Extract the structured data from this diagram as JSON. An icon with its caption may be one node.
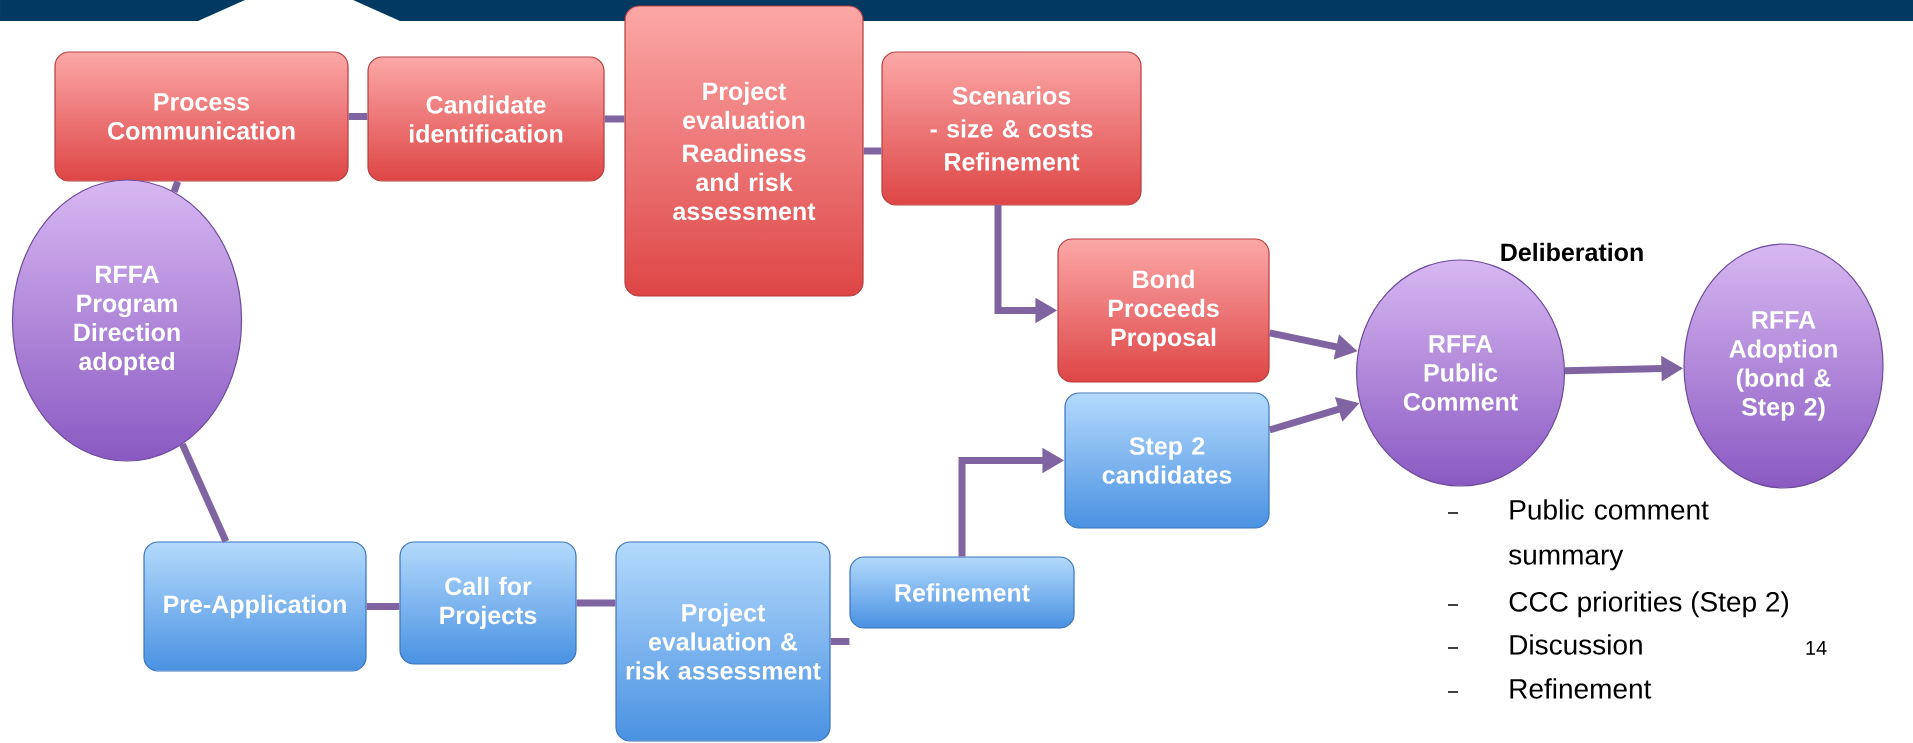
{
  "diagram": {
    "nodes": [
      {
        "text": [
          "Process Communication"
        ]
      },
      {
        "text": [
          "Candidate identification"
        ]
      },
      {
        "text": [
          "Project evaluation",
          "Readiness and risk assessment"
        ]
      },
      {
        "text": [
          "Scenarios",
          "- size & costs",
          "Refinement"
        ]
      },
      {
        "text": [
          "RFFA Program Direction adopted"
        ]
      },
      {
        "text": [
          "Bond Proceeds Proposal"
        ]
      },
      {
        "text": [
          "Step 2 candidates"
        ]
      },
      {
        "text": [
          "RFFA Public Comment"
        ]
      },
      {
        "text": [
          "RFFA Adoption (bond & Step 2)"
        ]
      },
      {
        "text": [
          "Pre-Application"
        ]
      },
      {
        "text": [
          "Call for Projects"
        ]
      },
      {
        "text": [
          "Project evaluation & risk assessment"
        ]
      },
      {
        "text": [
          "Refinement"
        ]
      }
    ],
    "edges": [
      {
        "from": 0,
        "to": 1,
        "arrow": "none"
      },
      {
        "from": 1,
        "to": 2,
        "arrow": "none"
      },
      {
        "from": 2,
        "to": 3,
        "arrow": "none"
      },
      {
        "from": 4,
        "to": 0,
        "arrow": "none"
      },
      {
        "from": 4,
        "to": 9,
        "arrow": "none"
      },
      {
        "from": 9,
        "to": 10,
        "arrow": "none"
      },
      {
        "from": 10,
        "to": 11,
        "arrow": "none"
      },
      {
        "from": 11,
        "to": 12,
        "arrow": "none"
      },
      {
        "from": 3,
        "to": 5,
        "arrow": "to"
      },
      {
        "from": 12,
        "to": 6,
        "arrow": "to"
      },
      {
        "from": 5,
        "to": 7,
        "arrow": "to"
      },
      {
        "from": 6,
        "to": 7,
        "arrow": "to"
      },
      {
        "from": 7,
        "to": 8,
        "arrow": "to"
      }
    ],
    "labels": [
      "Deliberation",
      "Public comment summary",
      "CCC priorities (Step 2)",
      "Discussion",
      "Refinement",
      "14"
    ]
  }
}
